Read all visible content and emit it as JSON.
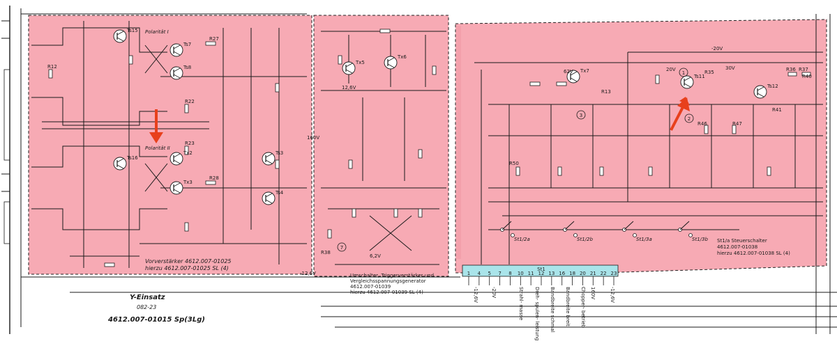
{
  "colors": {
    "module_fill": "#f7aab4",
    "connector_fill": "#a9e4ea",
    "arrow": "#e8401c",
    "ink": "#1a1a1a"
  },
  "title_block": {
    "name": "Y-Einsatz",
    "code": "082-23",
    "part_no": "4612.007-01015 Sp(3Lg)"
  },
  "modules": {
    "preamp": {
      "caption": "Vorverstärker 4612.007-01025",
      "caption2": "hierzu 4612.007-01025 SL (4)"
    },
    "trigger": {
      "caption": "Umschalter, Triggerverstärker und",
      "caption2": "Vergleichsspannungsgenerator",
      "caption3": "4612.007-01039",
      "caption4": "hierzu 4612.007-01039 SL (4)"
    },
    "control": {
      "caption": "St1/a Steuerschalter",
      "caption2": "4612.007-01038",
      "caption3": "hierzu 4612.007-01038 SL (4)"
    }
  },
  "polarity_labels": [
    "Polarität I",
    "Polarität II"
  ],
  "voltage_labels": [
    "-20V",
    "-12,6V",
    "12,6V",
    "62V",
    "160V",
    "6,2V",
    "30V",
    "20V"
  ],
  "transistor_labels": [
    "Ts15",
    "Ts16",
    "Ts7",
    "Ts8",
    "Tx2",
    "Tx3",
    "Tx5",
    "Tx6",
    "Tx7",
    "Ts11",
    "Ts12",
    "Ts3",
    "Ts4"
  ],
  "resistor_labels": [
    "R12",
    "R13",
    "R22",
    "R23",
    "R27",
    "R28",
    "R35",
    "R36",
    "R37",
    "R38",
    "R40",
    "R41",
    "R46",
    "R47",
    "R50"
  ],
  "switch_labels": [
    "St1/2a",
    "St1/2b",
    "St1/3a",
    "St1/3b"
  ],
  "connector": {
    "pins": [
      "1",
      "4",
      "5",
      "7",
      "8",
      "10",
      "11",
      "12",
      "13",
      "16",
      "18",
      "20",
      "21",
      "22",
      "23"
    ],
    "bottom_labels": [
      "-12,6V",
      "-20V",
      "Strahl- masse",
      "Dreh- spulen- leistung",
      "Bandbreite schmal",
      "Bandbreite breit",
      "Chopper- betrieb",
      "160V",
      "-12,6V"
    ]
  },
  "circled_numbers": [
    "1",
    "2",
    "3",
    "7"
  ],
  "arrows": [
    {
      "name": "arrow-polarity",
      "direction": "down"
    },
    {
      "name": "arrow-transistor",
      "direction": "up-right"
    }
  ]
}
